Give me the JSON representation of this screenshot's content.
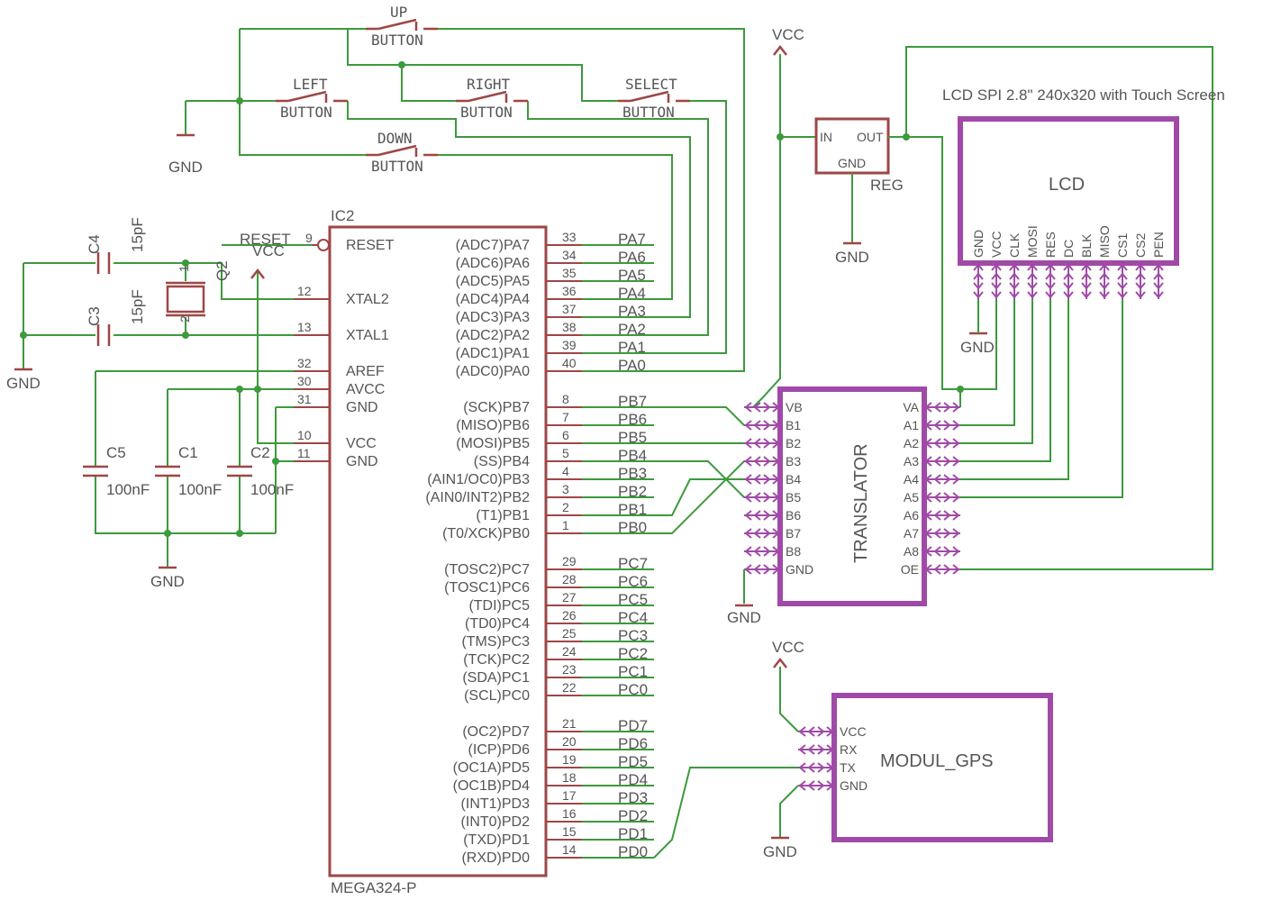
{
  "buttons": [
    {
      "top": "UP",
      "bottom": "BUTTON"
    },
    {
      "top": "LEFT",
      "bottom": "BUTTON"
    },
    {
      "top": "RIGHT",
      "bottom": "BUTTON"
    },
    {
      "top": "SELECT",
      "bottom": "BUTTON"
    },
    {
      "top": "DOWN",
      "bottom": "BUTTON"
    }
  ],
  "ic2": {
    "name": "IC2",
    "value": "MEGA324-P",
    "reset_label": "RESET",
    "reset_num": "9",
    "left": [
      {
        "num": "12",
        "label": "XTAL2"
      },
      {
        "num": "13",
        "label": "XTAL1"
      },
      {
        "num": "32",
        "label": "AREF"
      },
      {
        "num": "30",
        "label": "AVCC"
      },
      {
        "num": "31",
        "label": "GND"
      },
      {
        "num": "10",
        "label": "VCC"
      },
      {
        "num": "11",
        "label": "GND"
      }
    ],
    "right": [
      {
        "label": "(ADC7)PA7",
        "num": "33",
        "net": "PA7"
      },
      {
        "label": "(ADC6)PA6",
        "num": "34",
        "net": "PA6"
      },
      {
        "label": "(ADC5)PA5",
        "num": "35",
        "net": "PA5"
      },
      {
        "label": "(ADC4)PA4",
        "num": "36",
        "net": "PA4"
      },
      {
        "label": "(ADC3)PA3",
        "num": "37",
        "net": "PA3"
      },
      {
        "label": "(ADC2)PA2",
        "num": "38",
        "net": "PA2"
      },
      {
        "label": "(ADC1)PA1",
        "num": "39",
        "net": "PA1"
      },
      {
        "label": "(ADC0)PA0",
        "num": "40",
        "net": "PA0"
      },
      {
        "label": "(SCK)PB7",
        "num": "8",
        "net": "PB7"
      },
      {
        "label": "(MISO)PB6",
        "num": "7",
        "net": "PB6"
      },
      {
        "label": "(MOSI)PB5",
        "num": "6",
        "net": "PB5"
      },
      {
        "label": "(SS)PB4",
        "num": "5",
        "net": "PB4"
      },
      {
        "label": "(AIN1/OC0)PB3",
        "num": "4",
        "net": "PB3"
      },
      {
        "label": "(AIN0/INT2)PB2",
        "num": "3",
        "net": "PB2"
      },
      {
        "label": "(T1)PB1",
        "num": "2",
        "net": "PB1"
      },
      {
        "label": "(T0/XCK)PB0",
        "num": "1",
        "net": "PB0"
      },
      {
        "label": "(TOSC2)PC7",
        "num": "29",
        "net": "PC7"
      },
      {
        "label": "(TOSC1)PC6",
        "num": "28",
        "net": "PC6"
      },
      {
        "label": "(TDI)PC5",
        "num": "27",
        "net": "PC5"
      },
      {
        "label": "(TD0)PC4",
        "num": "26",
        "net": "PC4"
      },
      {
        "label": "(TMS)PC3",
        "num": "25",
        "net": "PC3"
      },
      {
        "label": "(TCK)PC2",
        "num": "24",
        "net": "PC2"
      },
      {
        "label": "(SDA)PC1",
        "num": "23",
        "net": "PC1"
      },
      {
        "label": "(SCL)PC0",
        "num": "22",
        "net": "PC0"
      },
      {
        "label": "(OC2)PD7",
        "num": "21",
        "net": "PD7"
      },
      {
        "label": "(ICP)PD6",
        "num": "20",
        "net": "PD6"
      },
      {
        "label": "(OC1A)PD5",
        "num": "19",
        "net": "PD5"
      },
      {
        "label": "(OC1B)PD4",
        "num": "18",
        "net": "PD4"
      },
      {
        "label": "(INT1)PD3",
        "num": "17",
        "net": "PD3"
      },
      {
        "label": "(INT0)PD2",
        "num": "16",
        "net": "PD2"
      },
      {
        "label": "(TXD)PD1",
        "num": "15",
        "net": "PD1"
      },
      {
        "label": "(RXD)PD0",
        "num": "14",
        "net": "PD0"
      }
    ]
  },
  "caps": [
    {
      "name": "C4",
      "value": "15pF"
    },
    {
      "name": "C3",
      "value": "15pF"
    },
    {
      "name": "C5",
      "value": "100nF"
    },
    {
      "name": "C1",
      "value": "100nF"
    },
    {
      "name": "C2",
      "value": "100nF"
    }
  ],
  "crystal": {
    "name": "Q2",
    "pin1": "1",
    "pin2": "2"
  },
  "power": {
    "gnd": "GND",
    "vcc": "VCC"
  },
  "regulator": {
    "name": "REG",
    "in": "IN",
    "out": "OUT",
    "gnd": "GND"
  },
  "lcd": {
    "title": "LCD SPI 2.8\" 240x320 with Touch Screen",
    "name": "LCD",
    "pins": [
      "GND",
      "VCC",
      "CLK",
      "MOSI",
      "RES",
      "DC",
      "BLK",
      "MISO",
      "CS1",
      "CS2",
      "PEN"
    ]
  },
  "translator": {
    "name": "TRANSLATOR",
    "left": [
      "VB",
      "B1",
      "B2",
      "B3",
      "B4",
      "B5",
      "B6",
      "B7",
      "B8",
      "GND"
    ],
    "right": [
      "VA",
      "A1",
      "A2",
      "A3",
      "A4",
      "A5",
      "A6",
      "A7",
      "A8",
      "OE"
    ]
  },
  "gps": {
    "name": "MODUL_GPS",
    "pins": [
      "VCC",
      "RX",
      "TX",
      "GND"
    ]
  }
}
